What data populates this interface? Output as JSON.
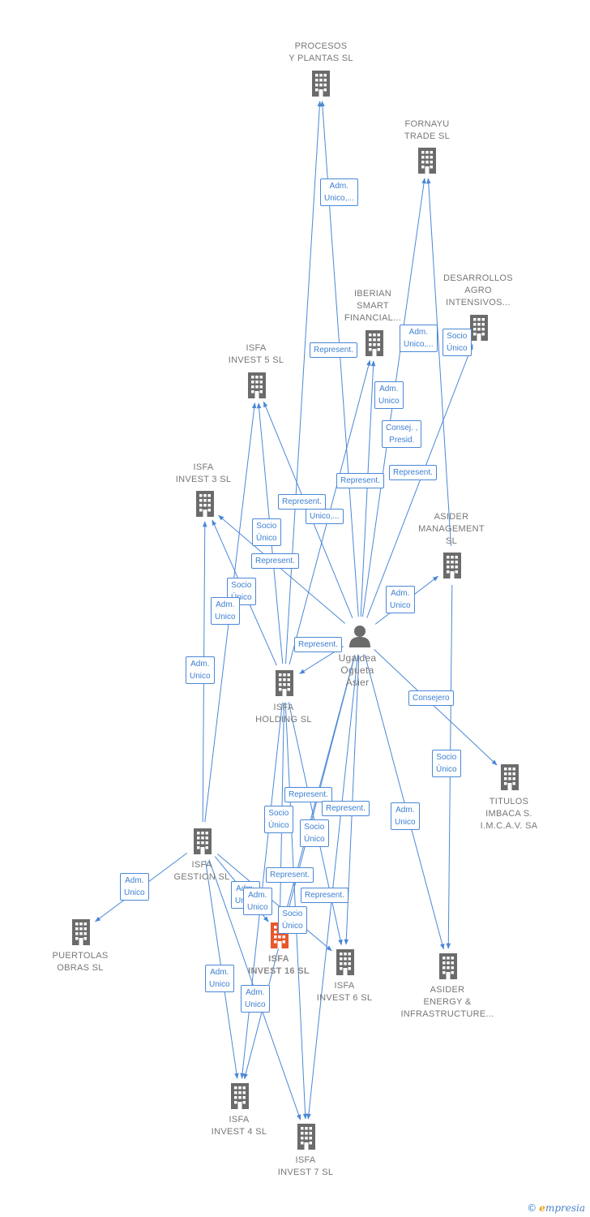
{
  "nodes": [
    {
      "id": "procesos",
      "type": "company",
      "lines": [
        "PROCESOS",
        "Y PLANTAS  SL"
      ]
    },
    {
      "id": "fornayu",
      "type": "company",
      "lines": [
        "FORNAYU",
        "TRADE  SL"
      ]
    },
    {
      "id": "iberian",
      "type": "company",
      "lines": [
        "IBERIAN",
        "SMART",
        "FINANCIAL..."
      ]
    },
    {
      "id": "desarrollos",
      "type": "company",
      "lines": [
        "DESARROLLOS",
        "AGRO",
        "INTENSIVOS..."
      ]
    },
    {
      "id": "isfa5",
      "type": "company",
      "lines": [
        "ISFA",
        "INVEST 5  SL"
      ]
    },
    {
      "id": "isfa3",
      "type": "company",
      "lines": [
        "ISFA",
        "INVEST 3  SL"
      ]
    },
    {
      "id": "asider_mgmt",
      "type": "company",
      "lines": [
        "ASIDER",
        "MANAGEMENT",
        "SL"
      ]
    },
    {
      "id": "person",
      "type": "person",
      "lines": [
        "Ugaldea",
        "Ogueta",
        "Asier"
      ]
    },
    {
      "id": "isfa_holding",
      "type": "company",
      "lines": [
        "ISFA",
        "HOLDING  SL"
      ]
    },
    {
      "id": "titulos",
      "type": "company",
      "lines": [
        "TITULOS",
        "IMBACA S.",
        "I.M.C.A.V. SA"
      ]
    },
    {
      "id": "isfa_gestion",
      "type": "company",
      "lines": [
        "ISFA",
        "GESTION  SL"
      ]
    },
    {
      "id": "puertolas",
      "type": "company",
      "lines": [
        "PUERTOLAS",
        "OBRAS  SL"
      ]
    },
    {
      "id": "isfa16",
      "type": "main",
      "lines": [
        "ISFA",
        "INVEST 16  SL"
      ]
    },
    {
      "id": "isfa6",
      "type": "company",
      "lines": [
        "ISFA",
        "INVEST 6  SL"
      ]
    },
    {
      "id": "asider_energy",
      "type": "company",
      "lines": [
        "ASIDER",
        "ENERGY &",
        "INFRASTRUCTURE..."
      ]
    },
    {
      "id": "isfa4",
      "type": "company",
      "lines": [
        "ISFA",
        "INVEST 4  SL"
      ]
    },
    {
      "id": "isfa7",
      "type": "company",
      "lines": [
        "ISFA",
        "INVEST 7  SL"
      ]
    }
  ],
  "edges": [
    {
      "from": "person",
      "to": "procesos"
    },
    {
      "from": "isfa_holding",
      "to": "procesos"
    },
    {
      "from": "person",
      "to": "fornayu"
    },
    {
      "from": "asider_mgmt",
      "to": "fornayu"
    },
    {
      "from": "person",
      "to": "iberian"
    },
    {
      "from": "isfa_holding",
      "to": "iberian"
    },
    {
      "from": "person",
      "to": "desarrollos"
    },
    {
      "from": "person",
      "to": "isfa5"
    },
    {
      "from": "isfa_holding",
      "to": "isfa5"
    },
    {
      "from": "isfa_gestion",
      "to": "isfa5"
    },
    {
      "from": "person",
      "to": "isfa3"
    },
    {
      "from": "isfa_holding",
      "to": "isfa3"
    },
    {
      "from": "isfa_gestion",
      "to": "isfa3"
    },
    {
      "from": "person",
      "to": "asider_mgmt"
    },
    {
      "from": "person",
      "to": "isfa_holding"
    },
    {
      "from": "person",
      "to": "titulos"
    },
    {
      "from": "asider_mgmt",
      "to": "asider_energy"
    },
    {
      "from": "person",
      "to": "asider_energy"
    },
    {
      "from": "isfa_gestion",
      "to": "puertolas"
    },
    {
      "from": "person",
      "to": "isfa16"
    },
    {
      "from": "isfa_holding",
      "to": "isfa16"
    },
    {
      "from": "isfa_gestion",
      "to": "isfa16"
    },
    {
      "from": "person",
      "to": "isfa6"
    },
    {
      "from": "isfa_holding",
      "to": "isfa6"
    },
    {
      "from": "isfa_gestion",
      "to": "isfa6"
    },
    {
      "from": "person",
      "to": "isfa4"
    },
    {
      "from": "isfa_holding",
      "to": "isfa4"
    },
    {
      "from": "isfa_gestion",
      "to": "isfa4"
    },
    {
      "from": "person",
      "to": "isfa7"
    },
    {
      "from": "isfa_holding",
      "to": "isfa7"
    },
    {
      "from": "isfa_gestion",
      "to": "isfa7"
    }
  ],
  "edge_labels": [
    {
      "id": "l1",
      "lines": [
        "Adm.",
        "Unico,..."
      ]
    },
    {
      "id": "l2",
      "lines": [
        "Adm.",
        "Unico,..."
      ]
    },
    {
      "id": "l3",
      "lines": [
        "Socio",
        "Único"
      ]
    },
    {
      "id": "l4",
      "lines": [
        "Represent."
      ]
    },
    {
      "id": "l5",
      "lines": [
        "Adm.",
        "Unico"
      ]
    },
    {
      "id": "l6",
      "lines": [
        "Consej. ,",
        "Presid."
      ]
    },
    {
      "id": "l7",
      "lines": [
        "Represent."
      ]
    },
    {
      "id": "l8",
      "lines": [
        "Represent."
      ]
    },
    {
      "id": "l9",
      "lines": [
        "Represent."
      ]
    },
    {
      "id": "l10",
      "lines": [
        "Unico,..."
      ]
    },
    {
      "id": "l11",
      "lines": [
        "Socio",
        "Único"
      ]
    },
    {
      "id": "l12",
      "lines": [
        "Represent."
      ]
    },
    {
      "id": "l13",
      "lines": [
        "Socio",
        "Único"
      ]
    },
    {
      "id": "l14",
      "lines": [
        "Adm.",
        "Unico"
      ]
    },
    {
      "id": "l15",
      "lines": [
        "Adm.",
        "Unico"
      ]
    },
    {
      "id": "l16",
      "lines": [
        "Adm.",
        "Unico"
      ]
    },
    {
      "id": "l17",
      "lines": [
        "Represent."
      ]
    },
    {
      "id": "l18",
      "lines": [
        "Consejero"
      ]
    },
    {
      "id": "l19",
      "lines": [
        "Socio",
        "Único"
      ]
    },
    {
      "id": "l20",
      "lines": [
        "Represent."
      ]
    },
    {
      "id": "l21",
      "lines": [
        "Represent."
      ]
    },
    {
      "id": "l22",
      "lines": [
        "Socio",
        "Único"
      ]
    },
    {
      "id": "l23",
      "lines": [
        "Socio",
        "Único"
      ]
    },
    {
      "id": "l24",
      "lines": [
        "Adm.",
        "Unico"
      ]
    },
    {
      "id": "l25",
      "lines": [
        "Adm.",
        "Unico"
      ]
    },
    {
      "id": "l26",
      "lines": [
        "Represent."
      ]
    },
    {
      "id": "l27",
      "lines": [
        "Adm.",
        "Unico"
      ]
    },
    {
      "id": "l28",
      "lines": [
        "Adm.",
        "Unico"
      ]
    },
    {
      "id": "l29",
      "lines": [
        "Represent."
      ]
    },
    {
      "id": "l30",
      "lines": [
        "Socio",
        "Único"
      ]
    },
    {
      "id": "l31",
      "lines": [
        "Adm.",
        "Unico"
      ]
    },
    {
      "id": "l32",
      "lines": [
        "Adm.",
        "Unico"
      ]
    }
  ],
  "colors": {
    "edge": "#4a88d6",
    "company_icon": "#6b6b6b",
    "main_icon": "#e8572c",
    "label": "#777777"
  },
  "footer": {
    "copyright": "©",
    "brand_first": "e",
    "brand_rest": "mpresia"
  }
}
